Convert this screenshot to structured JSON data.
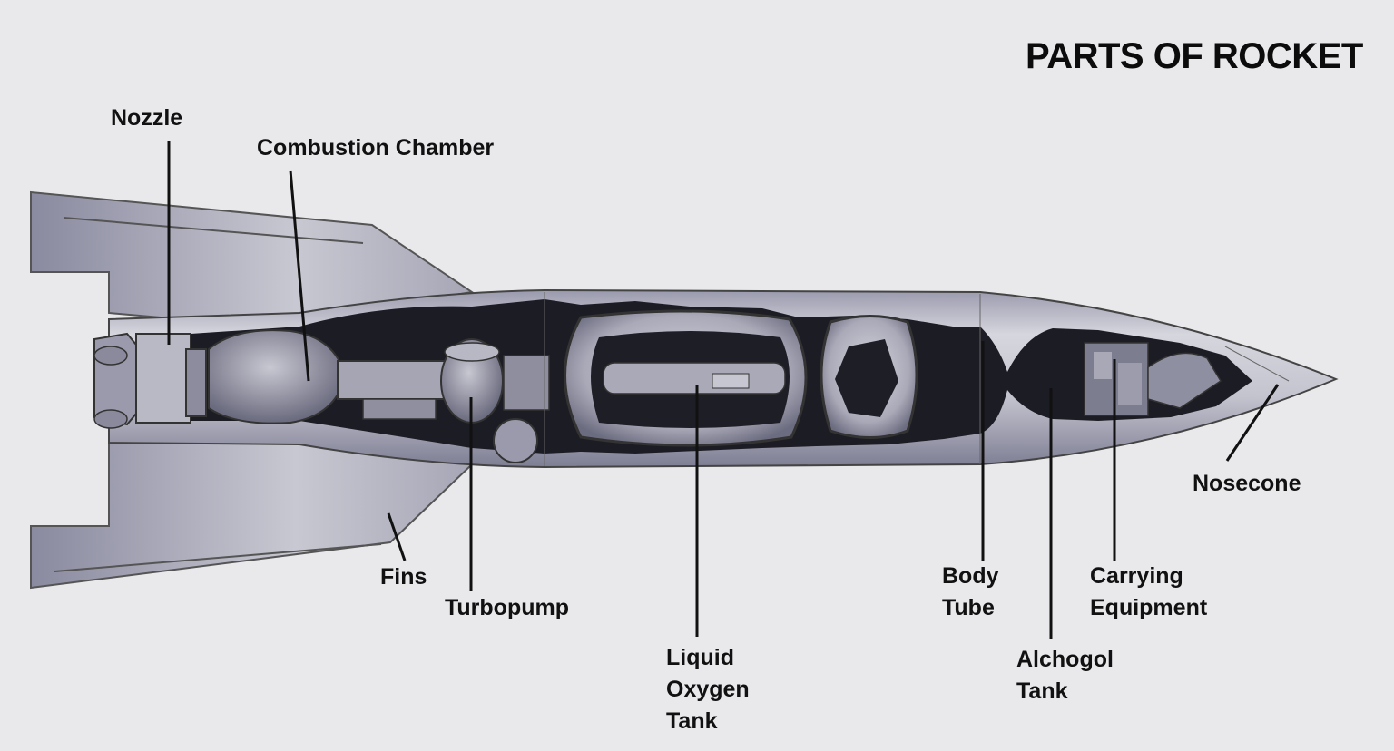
{
  "title": "PARTS OF ROCKET",
  "labels": {
    "nozzle": "Nozzle",
    "combustion_chamber": "Combustion Chamber",
    "fins": "Fins",
    "turbopump": "Turbopump",
    "liquid_oxygen_tank": [
      "Liquid",
      "Oxygen",
      "Tank"
    ],
    "body_tube": [
      "Body",
      "Tube"
    ],
    "alchogol_tank": [
      "Alchogol",
      "Tank"
    ],
    "carrying_equipment": [
      "Carrying",
      "Equipment"
    ],
    "nosecone": "Nosecone"
  },
  "colors": {
    "background": "#e9e9ec",
    "hull": "#c9c9d3",
    "hull_dark": "#8e8ea2",
    "interior": "#1a1a20",
    "text": "#111111"
  }
}
